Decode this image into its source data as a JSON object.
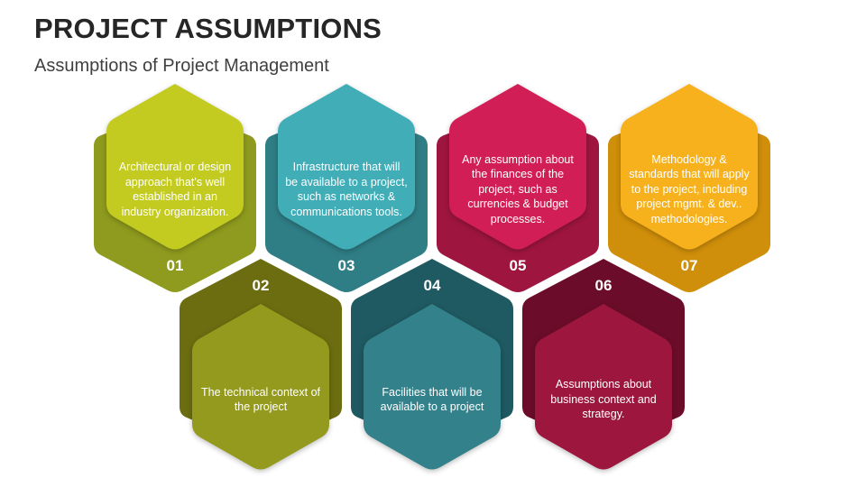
{
  "header": {
    "title": "PROJECT ASSUMPTIONS",
    "subtitle": "Assumptions of Project Management"
  },
  "items": [
    {
      "number": "01",
      "text": "Architectural or design approach that’s well established in an industry organization.",
      "dark": "#8f9b1e",
      "light": "#c3cb20"
    },
    {
      "number": "02",
      "text": "The technical context of the project",
      "dark": "#6b6d10",
      "light": "#949a1d"
    },
    {
      "number": "03",
      "text": "Infrastructure that will be available to a project, such as networks & communications tools.",
      "dark": "#2f7d85",
      "light": "#40adb7"
    },
    {
      "number": "04",
      "text": "Facilities that will be available to a project",
      "dark": "#1f5961",
      "light": "#33818a"
    },
    {
      "number": "05",
      "text": "Any assumption about the finances of the project, such as currencies & budget processes.",
      "dark": "#9e1540",
      "light": "#d21e56"
    },
    {
      "number": "06",
      "text": "Assumptions about business context and strategy.",
      "dark": "#6b0d2a",
      "light": "#9d163e"
    },
    {
      "number": "07",
      "text": "Methodology & standards that will apply to the project, including project mgmt. & dev.. methodologies.",
      "dark": "#d08f0a",
      "light": "#f7b11c"
    }
  ]
}
